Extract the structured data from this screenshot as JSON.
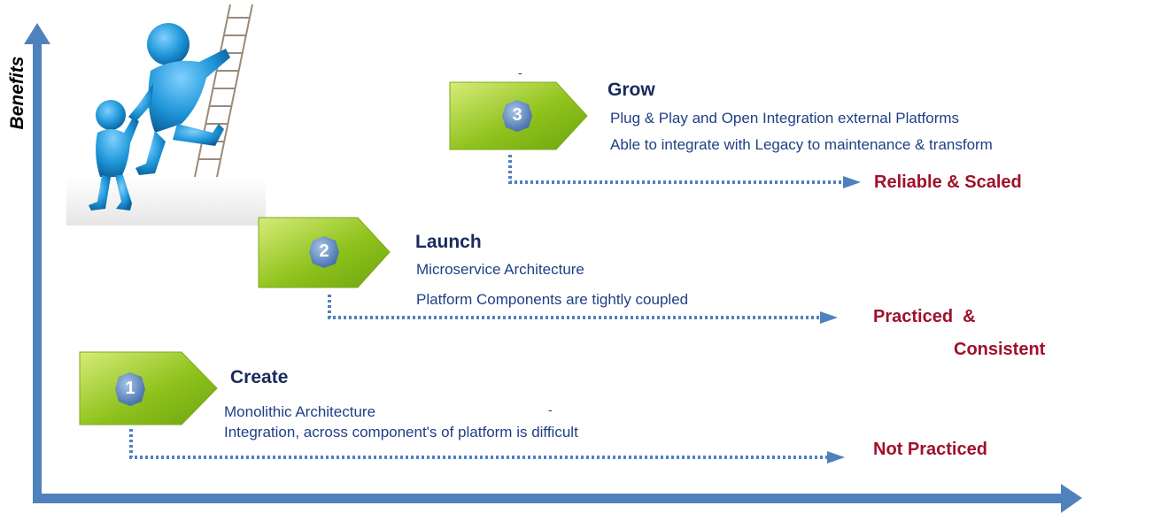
{
  "axis": {
    "y_label": "Benefits"
  },
  "stages": [
    {
      "number": "1",
      "title": "Create",
      "lines": [
        "Monolithic Architecture",
        "Integration, across component's of platform is difficult"
      ],
      "outcome": [
        "Not Practiced"
      ]
    },
    {
      "number": "2",
      "title": "Launch",
      "lines": [
        "Microservice Architecture",
        "Platform Components are tightly coupled"
      ],
      "outcome": [
        "Practiced  &",
        "Consistent"
      ]
    },
    {
      "number": "3",
      "title": "Grow",
      "lines": [
        "Plug & Play and Open Integration external Platforms",
        "Able to integrate with Legacy to maintenance & transform"
      ],
      "outcome": [
        "Reliable & Scaled"
      ]
    }
  ],
  "stray_marks": [
    "-",
    "-"
  ],
  "colors": {
    "axis": "#4f81bd",
    "title": "#1a2a5e",
    "description": "#1f3f86",
    "outcome": "#a0102a",
    "block_green": "#8fc21c",
    "badge_blue": "#5b86bc",
    "figure_blue": "#1e96d8"
  },
  "icons": [
    "climbing-people-icon",
    "ladder-icon"
  ]
}
